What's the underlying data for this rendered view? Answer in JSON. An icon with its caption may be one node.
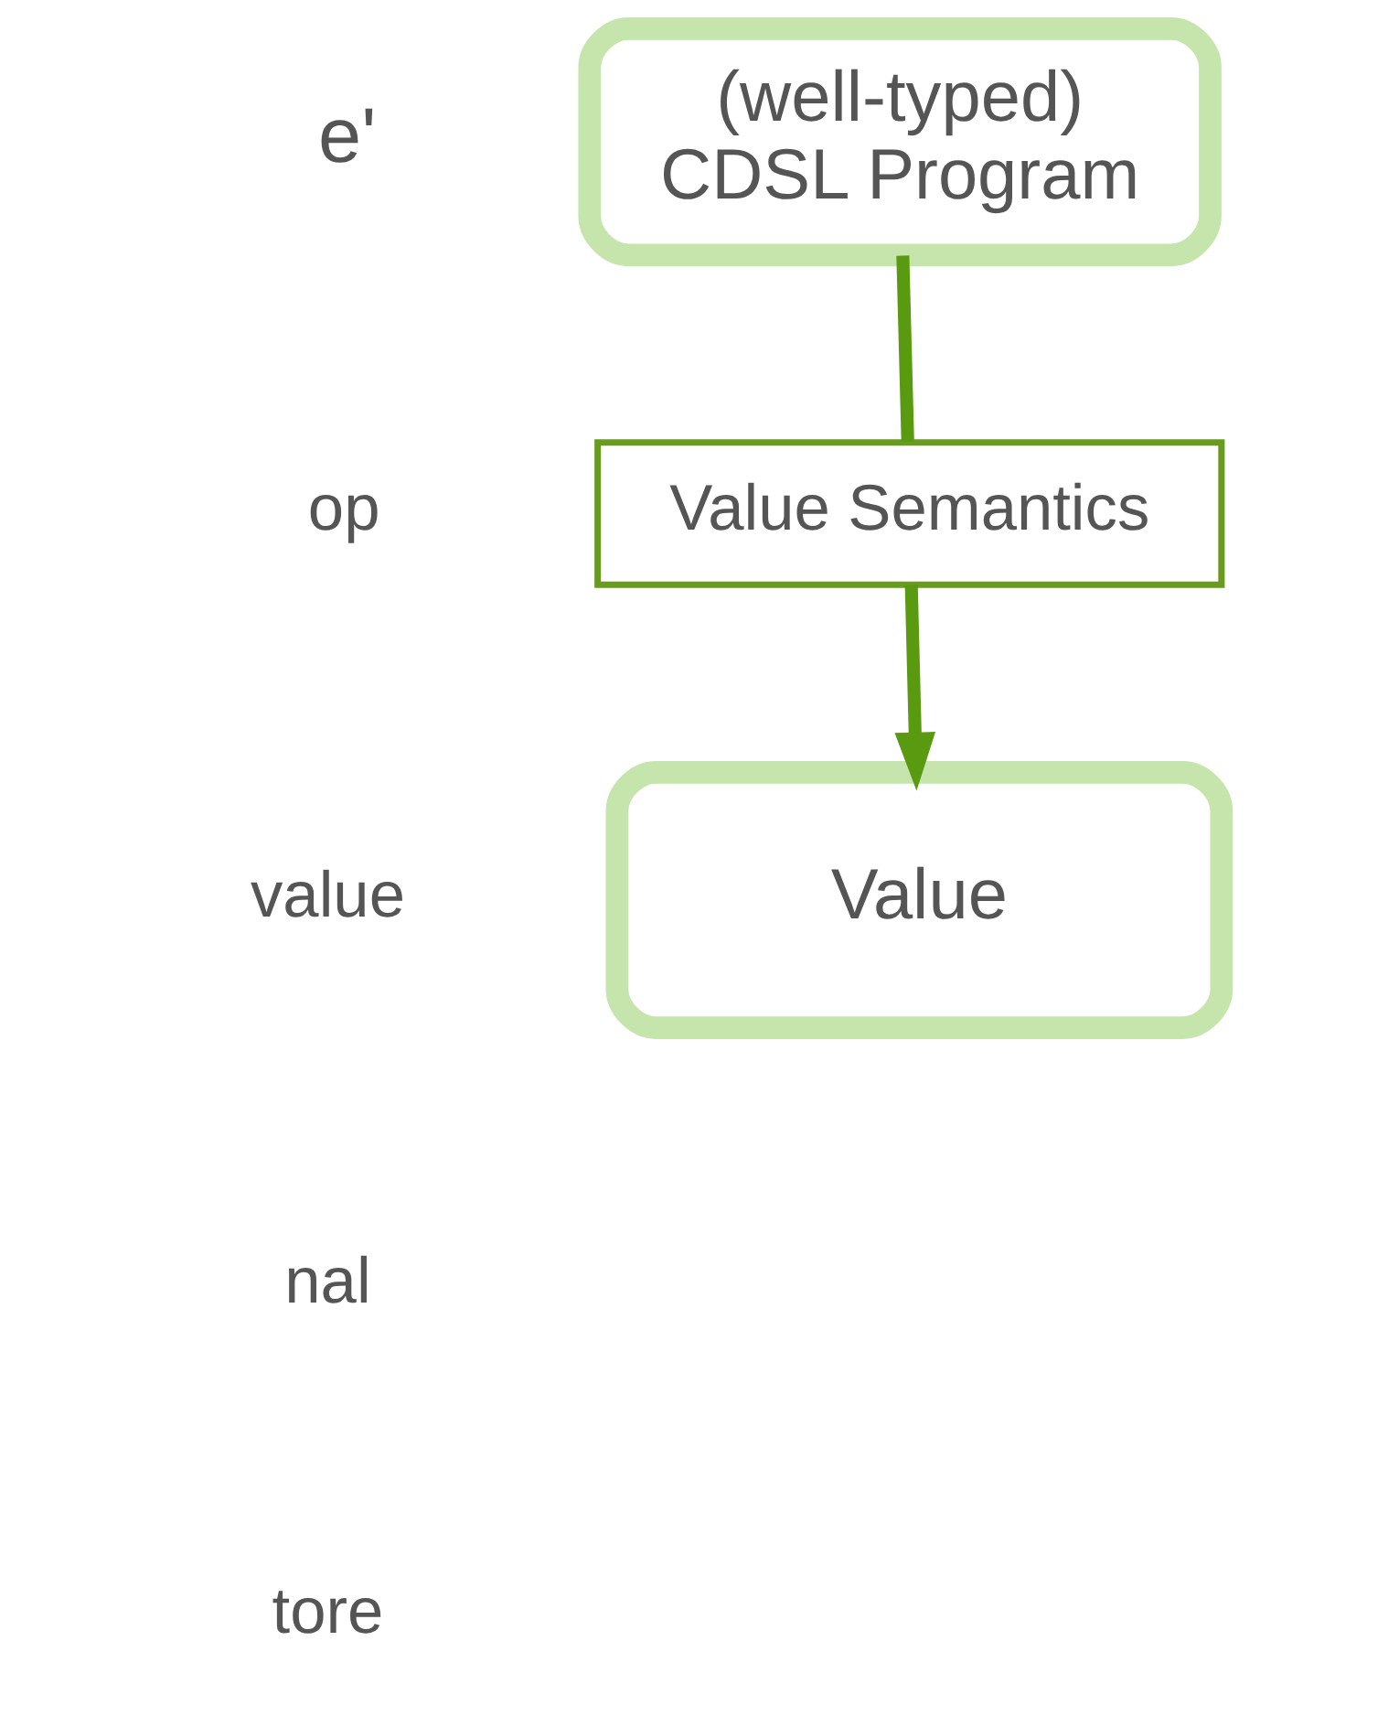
{
  "diagram": {
    "nodes": [
      {
        "text": [
          "(well-typed)",
          "CDSL Program"
        ]
      },
      {
        "text": [
          "Value Semantics"
        ]
      },
      {
        "text": [
          "Value"
        ]
      }
    ],
    "edges": [
      {
        "from": 0,
        "to": 1,
        "arrow": "none"
      },
      {
        "from": 1,
        "to": 2,
        "arrow": "to"
      }
    ],
    "labels": [
      "e'",
      "op",
      "value",
      "nal",
      "tore"
    ]
  }
}
